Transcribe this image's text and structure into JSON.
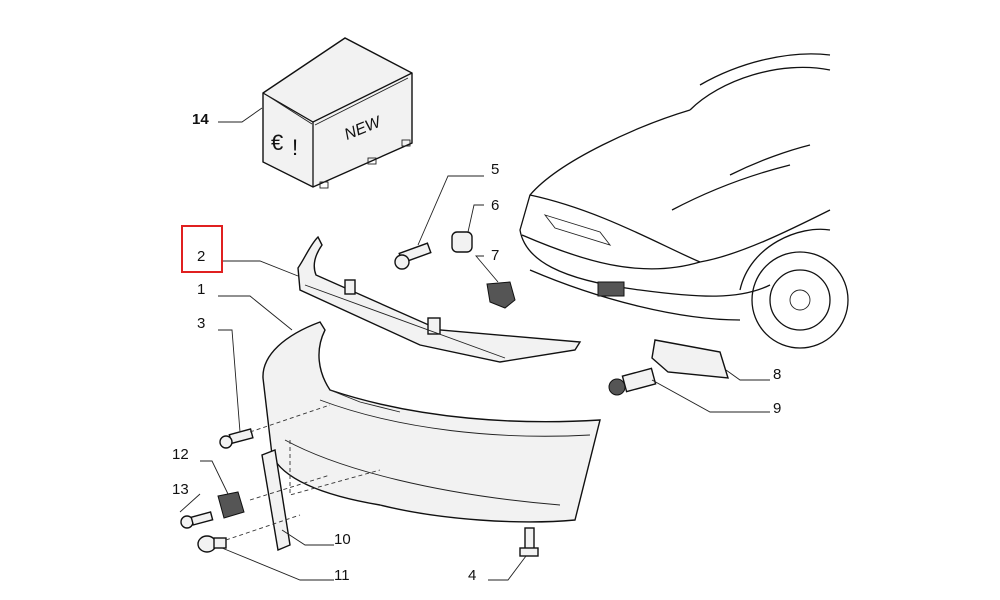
{
  "diagram": {
    "box_text": {
      "currency": "€",
      "exclaim": "!",
      "new": "NEW"
    },
    "callouts": {
      "c14": "14",
      "c5": "5",
      "c6": "6",
      "c7": "7",
      "c2": "2",
      "c1": "1",
      "c3": "3",
      "c12": "12",
      "c13": "13",
      "c10": "10",
      "c11": "11",
      "c4": "4",
      "c8": "8",
      "c9": "9"
    },
    "highlight_color": "#e02020",
    "highlighted_part": "2"
  }
}
